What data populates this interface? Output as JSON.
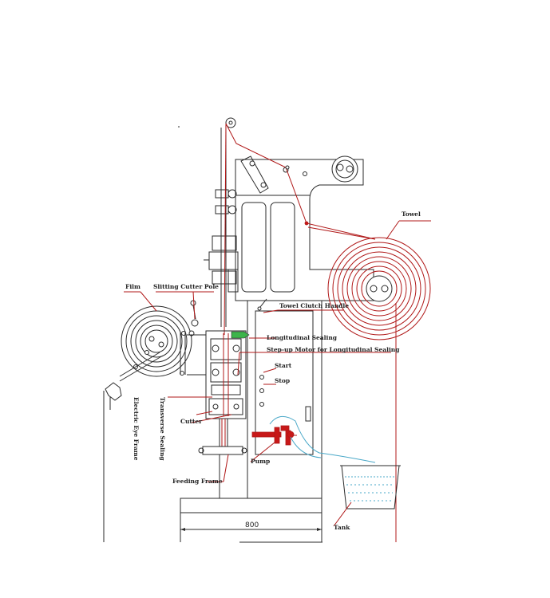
{
  "labels": {
    "towel": "Towel",
    "film": "Film",
    "slitting_cutter_pole": "Slitting Cutter Pole",
    "towel_clutch_handle": "Towel Clutch Handle",
    "longitudinal_sealing": "Longitudinal Sealing",
    "step_up_motor": "Step-up Motor for Longitudinal Sealing",
    "start": "Start",
    "stop": "Stop",
    "electric_eye_frame": "Electric Eye Frame",
    "transverse_sealing": "Transverse Sealing",
    "cutter": "Cutter",
    "pump": "Pump",
    "feeding_frame": "Feeding Frame",
    "tank": "Tank"
  },
  "dimension": "800",
  "colors": {
    "line": "#2a2a2a",
    "accent_red": "#b01818",
    "water_blue": "#4aa8c8",
    "label_green": "#3cb44a"
  }
}
